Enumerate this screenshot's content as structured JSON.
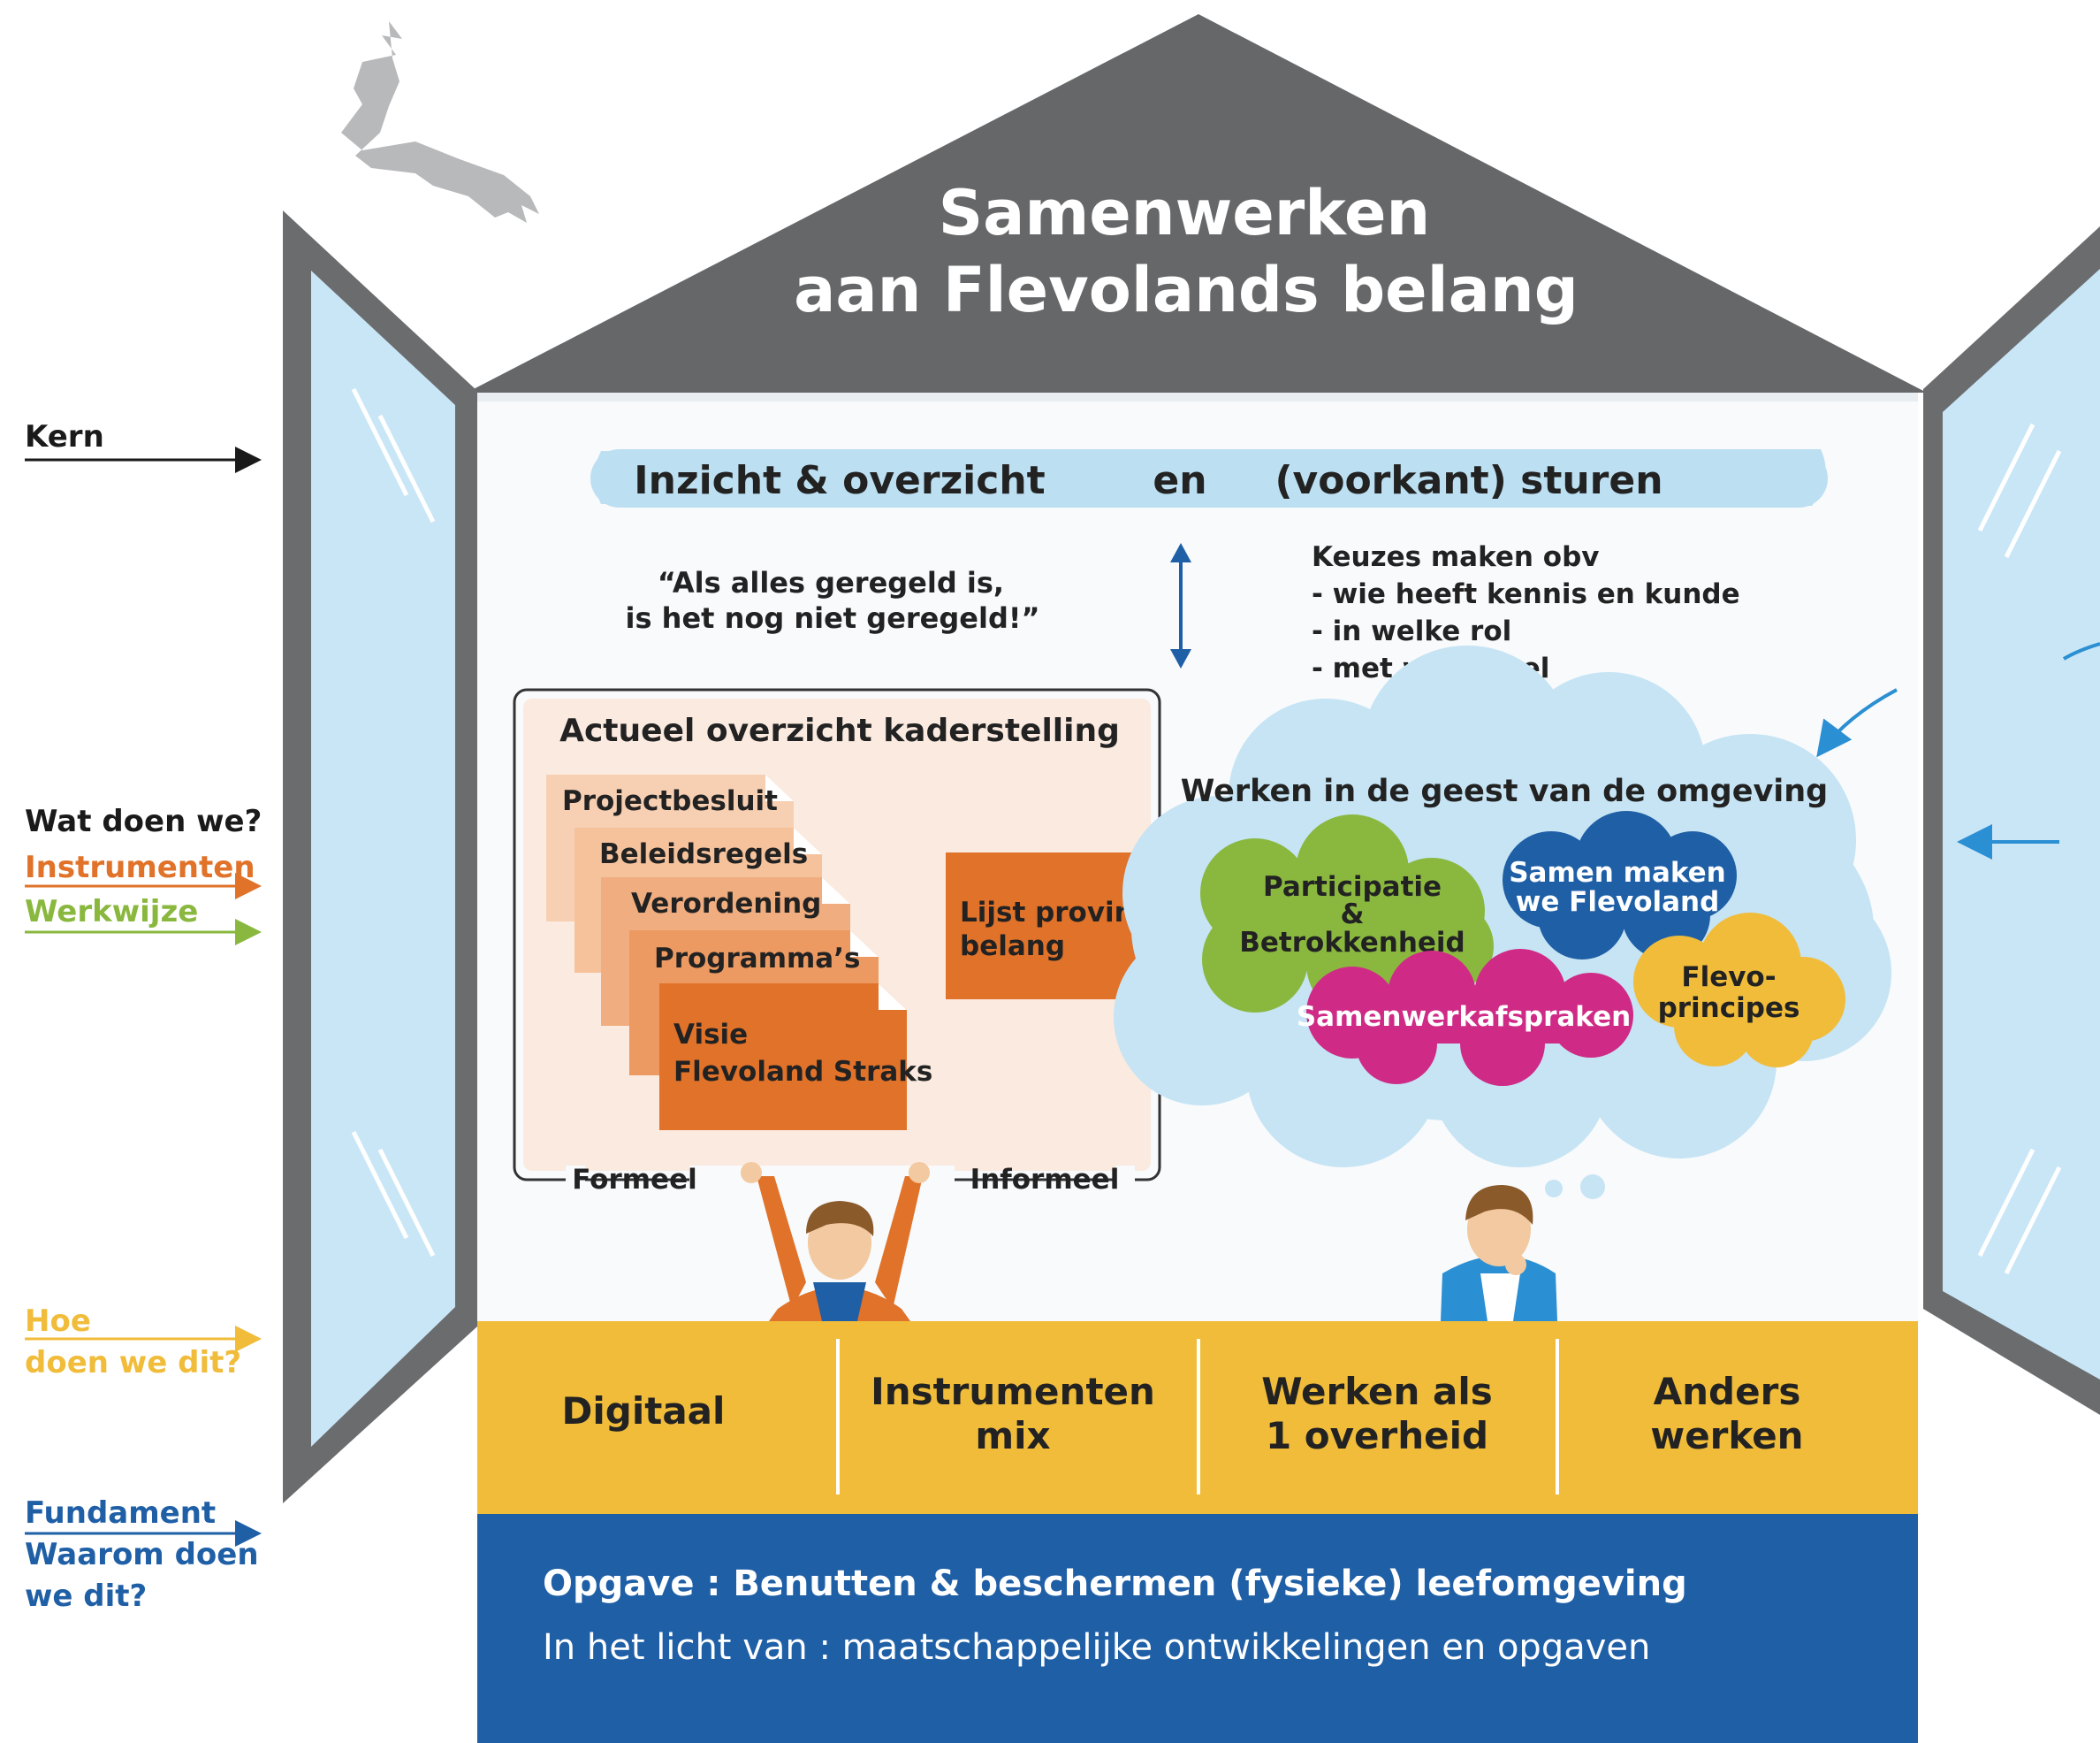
{
  "roof": {
    "title_line1": "Samenwerken",
    "title_line2": "aan Flevolands belang"
  },
  "side_labels": {
    "kern": "Kern",
    "wat_doen_we": "Wat doen we?",
    "instrumenten": "Instrumenten",
    "werkwijze": "Werkwijze",
    "hoe_line1": "Hoe",
    "hoe_line2": "doen we dit?",
    "fundament_line1": "Fundament",
    "fundament_line2": "Waarom doen",
    "fundament_line3": "we dit?"
  },
  "kern_bar": {
    "left": "Inzicht & overzicht",
    "middle": "en",
    "right": "(voorkant) sturen"
  },
  "quote": {
    "line1": "“Als alles geregeld is,",
    "line2": "is het nog niet geregeld!”"
  },
  "keuzes": {
    "title": "Keuzes maken obv",
    "items": [
      "- wie heeft kennis en kunde",
      "- in welke rol",
      "- met welk doel"
    ]
  },
  "kaderstelling": {
    "title": "Actueel overzicht kaderstelling",
    "docs": [
      "Projectbesluit",
      "Beleidsregels",
      "Verordening",
      "Programma’s"
    ],
    "visie_line1": "Visie",
    "visie_line2": "Flevoland Straks",
    "lijst_line1": "Lijst provinciaal",
    "lijst_line2": "belang",
    "formeel": "Formeel",
    "informeel": "Informeel"
  },
  "cloud": {
    "title": "Werken in de geest van de omgeving",
    "participatie_line1": "Participatie",
    "participatie_line2": "&",
    "participatie_line3": "Betrokkenheid",
    "samen_line1": "Samen maken",
    "samen_line2": "we Flevoland",
    "samenwerkafspraken": "Samenwerkafspraken",
    "flevo_line1": "Flevo-",
    "flevo_line2": "principes"
  },
  "pillars": {
    "digitaal": "Digitaal",
    "instrumenten_line1": "Instrumenten",
    "instrumenten_line2": "mix",
    "werken_line1": "Werken als",
    "werken_line2": "1 overheid",
    "anders_line1": "Anders",
    "anders_line2": "werken"
  },
  "foundation": {
    "line1": "Opgave : Benutten & beschermen (fysieke) leefomgeving",
    "line2": "In het licht van : maatschappelijke ontwikkelingen en opgaven"
  },
  "colors": {
    "roof": "#666769",
    "kern_bar": "#bcdff2",
    "orange": "#e0722a",
    "green": "#8ab83f",
    "blue_dark": "#1f5fa6",
    "yellow": "#f0bc3a",
    "magenta": "#cf2a86",
    "window": "#c9e6f7"
  }
}
